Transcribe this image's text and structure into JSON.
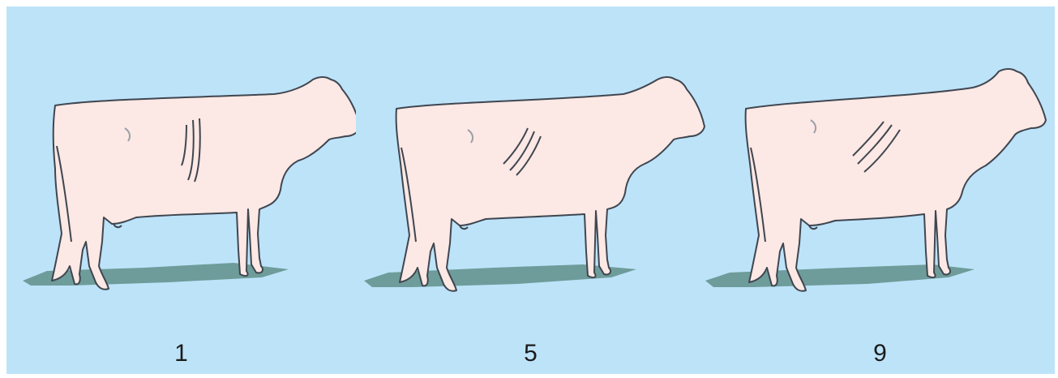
{
  "colors": {
    "background": "#bde3f9",
    "cow_fill": "#fce8e4",
    "cow_outline": "#3f4650",
    "shadow": "#6e9c9a"
  },
  "figures": [
    {
      "label": "1",
      "icon": "cow-silhouette-icon"
    },
    {
      "label": "5",
      "icon": "cow-silhouette-icon"
    },
    {
      "label": "9",
      "icon": "cow-silhouette-icon"
    }
  ]
}
